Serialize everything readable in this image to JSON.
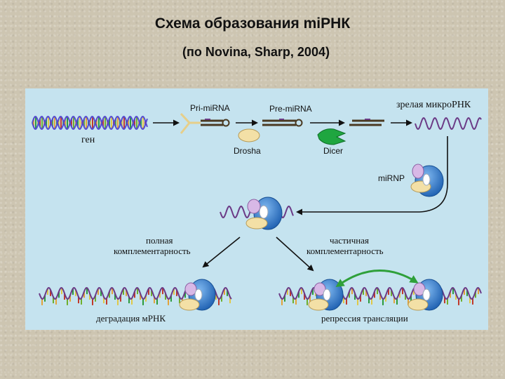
{
  "title": "Схема образования miРНК",
  "subtitle": "(по Novina, Sharp, 2004)",
  "labels": {
    "gene": "ген",
    "pri": "Pri-miRNA",
    "pre": "Pre-miRNA",
    "mature": "зрелая микроРНК",
    "drosha": "Drosha",
    "dicer": "Dicer",
    "mirnp": "miRNP",
    "full_1": "полная",
    "full_2": "комплементарность",
    "partial_1": "частичная",
    "partial_2": "комплементарность",
    "degradation": "деградация мРНК",
    "repression": "репрессия трансляции"
  },
  "colors": {
    "panel": "#c5e3ef",
    "strand": "#554bd0",
    "rna": "#6b3a86",
    "drosha": "#f3e0a6",
    "dicer": "#1fa640",
    "protein_blue": "#2f7bd4",
    "protein_pink": "#d8b8e6",
    "curved_arrow": "#2fa03a"
  }
}
